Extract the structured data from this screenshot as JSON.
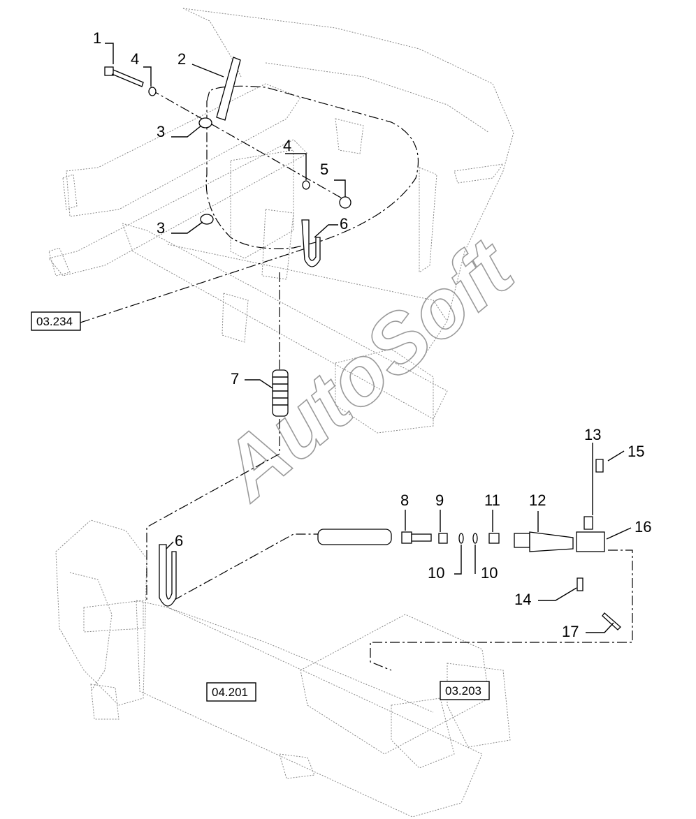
{
  "diagram": {
    "part_labels": [
      "1",
      "2",
      "3",
      "3",
      "4",
      "4",
      "5",
      "6",
      "6",
      "7",
      "8",
      "9",
      "10",
      "10",
      "11",
      "12",
      "13",
      "14",
      "15",
      "16",
      "17"
    ],
    "reference_boxes": [
      "03.234",
      "04.201",
      "03.203"
    ],
    "watermark": "AutoSoft"
  }
}
